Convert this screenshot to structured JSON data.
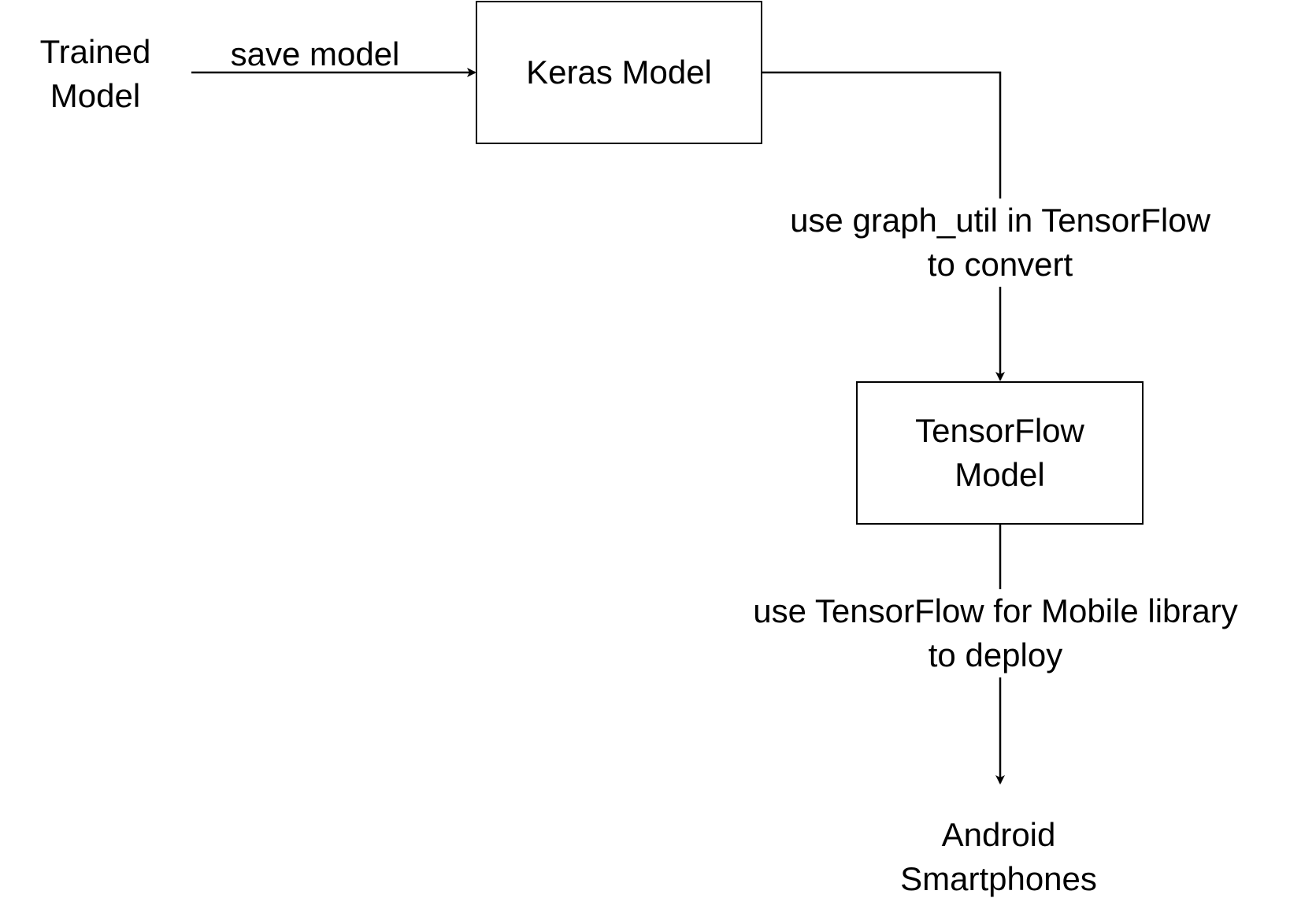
{
  "nodes": {
    "trained_model": {
      "lines": [
        "Trained",
        "Model"
      ]
    },
    "keras_model": {
      "lines": [
        "Keras Model"
      ]
    },
    "tensorflow_model": {
      "lines": [
        "TensorFlow",
        "Model"
      ]
    },
    "android_smartphones": {
      "lines": [
        "Android",
        "Smartphones"
      ]
    }
  },
  "edges": {
    "save_model": {
      "label": "save model"
    },
    "convert": {
      "lines": [
        "use graph_util in TensorFlow",
        "to convert"
      ]
    },
    "deploy": {
      "lines": [
        "use TensorFlow for Mobile library",
        "to deploy"
      ]
    }
  },
  "colors": {
    "stroke": "#000000",
    "background": "#ffffff"
  }
}
